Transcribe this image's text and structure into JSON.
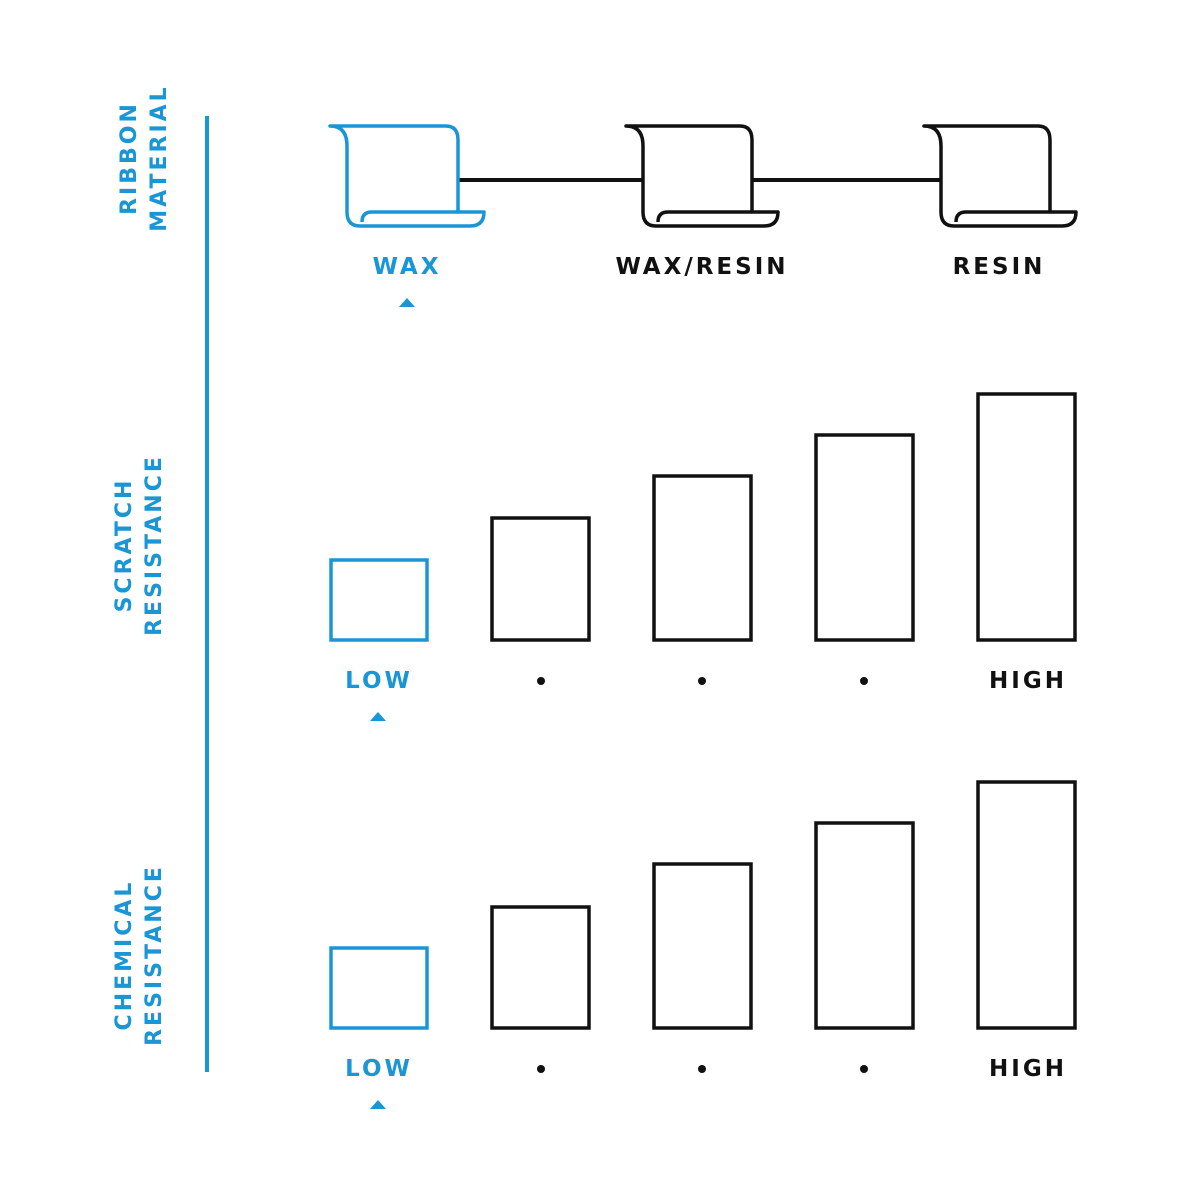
{
  "sections": [
    {
      "label_lines": [
        "RIBBON",
        "MATERIAL"
      ]
    },
    {
      "label_lines": [
        "SCRATCH",
        "RESISTANCE"
      ]
    },
    {
      "label_lines": [
        "CHEMICAL",
        "RESISTANCE"
      ]
    }
  ],
  "ribbon": {
    "options": [
      "WAX",
      "WAX/RESIN",
      "RESIN"
    ],
    "selected_index": 0
  },
  "scratch": {
    "low_label": "LOW",
    "high_label": "HIGH",
    "levels": 5,
    "selected_index": 0
  },
  "chemical": {
    "low_label": "LOW",
    "high_label": "HIGH",
    "levels": 5,
    "selected_index": 0
  },
  "colors": {
    "accent": "#1a96d6",
    "ink": "#111111"
  }
}
